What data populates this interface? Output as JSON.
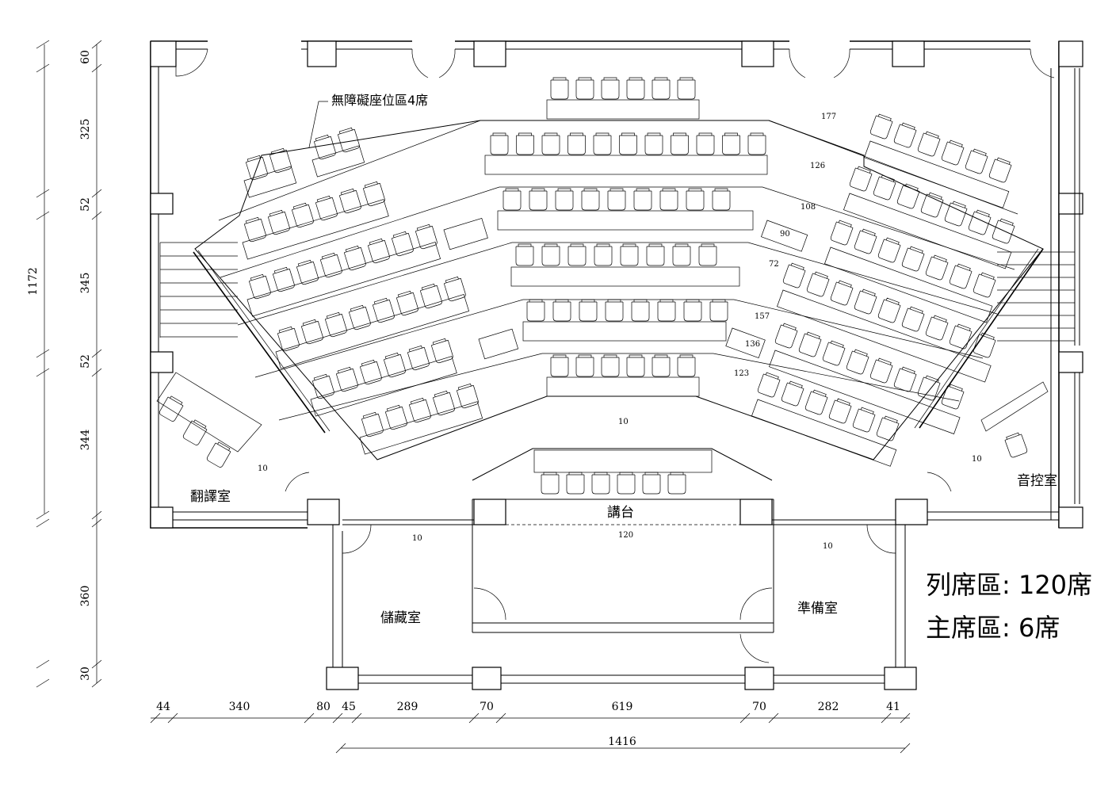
{
  "dimensions": {
    "left_total": "1172",
    "left_segments": [
      "60",
      "325",
      "52",
      "345",
      "52",
      "344",
      "360",
      "30"
    ],
    "bottom_segments": [
      "44",
      "340",
      "80",
      "45",
      "289",
      "70",
      "619",
      "70",
      "282",
      "41"
    ],
    "bottom_total": "1416"
  },
  "rooms": {
    "accessible_seats": "無障礙座位區4席",
    "translation_room": "翻譯室",
    "sound_control_room": "音控室",
    "podium": "講台",
    "storage_room": "儲藏室",
    "preparation_room": "準備室"
  },
  "row_labels": {
    "r177": "177",
    "r126": "126",
    "r108": "108",
    "r90": "90",
    "r72": "72",
    "r157": "157",
    "r136": "136",
    "r123": "123",
    "c10_center": "10",
    "c10_left": "10",
    "c10_right": "10",
    "c10_bottom_left": "10",
    "c120": "120",
    "c10_bottom_right": "10"
  },
  "summary": {
    "listed_seats": "列席區: 120席",
    "main_seats": "主席區: 6席"
  }
}
